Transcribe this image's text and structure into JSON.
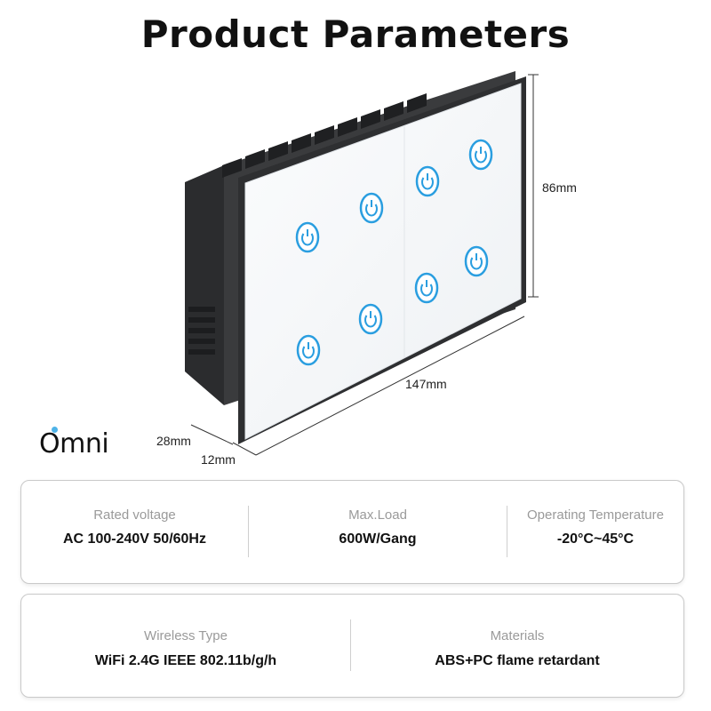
{
  "title": "Product Parameters",
  "brand": "Omni",
  "dimensions": {
    "height": "86mm",
    "width": "147mm",
    "depth": "28mm",
    "panel": "12mm"
  },
  "switch": {
    "gangs": 8,
    "accent": "#2a9ee0",
    "panel_color": "#f3f6f8",
    "body_color": "#2e2f31"
  },
  "specs_row1": [
    {
      "label": "Rated voltage",
      "value": "AC 100-240V  50/60Hz"
    },
    {
      "label": "Max.Load",
      "value": "600W/Gang"
    },
    {
      "label": "Operating Temperature",
      "value": "-20°C~45°C"
    }
  ],
  "specs_row2": [
    {
      "label": "Wireless Type",
      "value": "WiFi 2.4G IEEE 802.11b/g/h"
    },
    {
      "label": "Materials",
      "value": "ABS+PC flame retardant"
    }
  ]
}
